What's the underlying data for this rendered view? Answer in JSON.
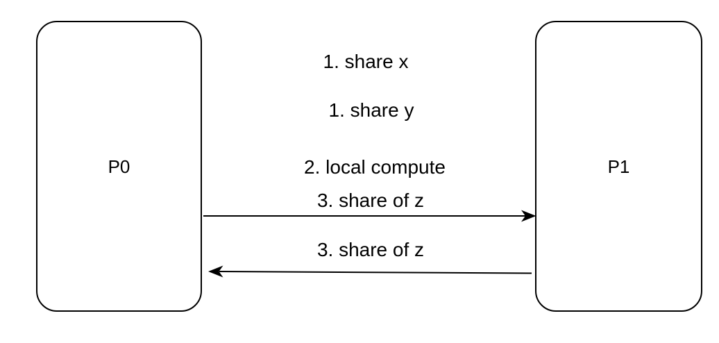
{
  "canvas": {
    "background": "#ffffff",
    "line_color": "#000000",
    "text_color": "#000000"
  },
  "nodes": [
    {
      "id": "P0",
      "label": "P0"
    },
    {
      "id": "P1",
      "label": "P1"
    }
  ],
  "step_labels": [
    {
      "label": "1. share x"
    },
    {
      "label": "1. share y"
    },
    {
      "label": "2. local compute"
    }
  ],
  "arrows": [
    {
      "label": "3. share of z",
      "from": "P0",
      "to": "P1",
      "direction": "right"
    },
    {
      "label": "3. share of z",
      "from": "P1",
      "to": "P0",
      "direction": "left"
    }
  ]
}
